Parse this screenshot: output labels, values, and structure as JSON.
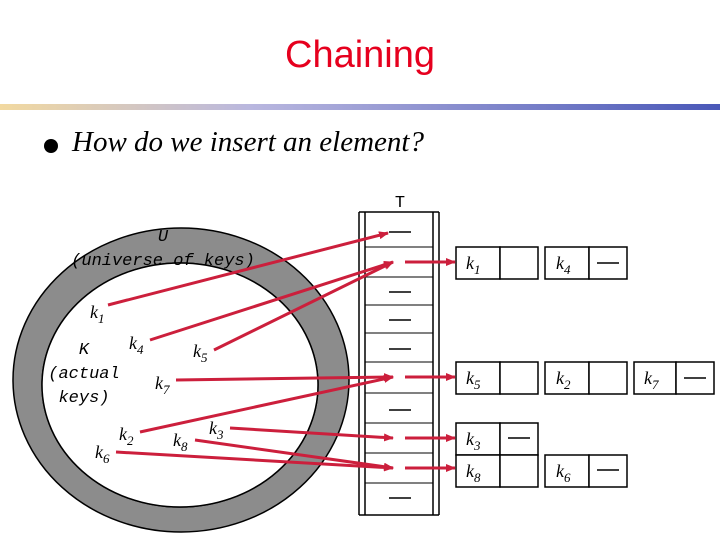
{
  "title": "Chaining",
  "bullet": "How do we insert an element?",
  "table_label": "T",
  "universe_label": [
    "U",
    "(universe of keys)"
  ],
  "actual_keys_label": [
    "K",
    "(actual",
    "keys)"
  ],
  "keys": {
    "k1": {
      "letter": "k",
      "sub": "1"
    },
    "k2": {
      "letter": "k",
      "sub": "2"
    },
    "k3": {
      "letter": "k",
      "sub": "3"
    },
    "k4": {
      "letter": "k",
      "sub": "4"
    },
    "k5": {
      "letter": "k",
      "sub": "5"
    },
    "k6": {
      "letter": "k",
      "sub": "6"
    },
    "k7": {
      "letter": "k",
      "sub": "7"
    },
    "k8": {
      "letter": "k",
      "sub": "8"
    }
  },
  "chains": [
    [
      "k1",
      "k4"
    ],
    [
      "k5",
      "k2",
      "k7"
    ],
    [
      "k3"
    ],
    [
      "k8",
      "k6"
    ]
  ],
  "colors": {
    "title": "#e6001e",
    "arrow": "#cc1f3c",
    "ring": "#8c8c8c"
  }
}
